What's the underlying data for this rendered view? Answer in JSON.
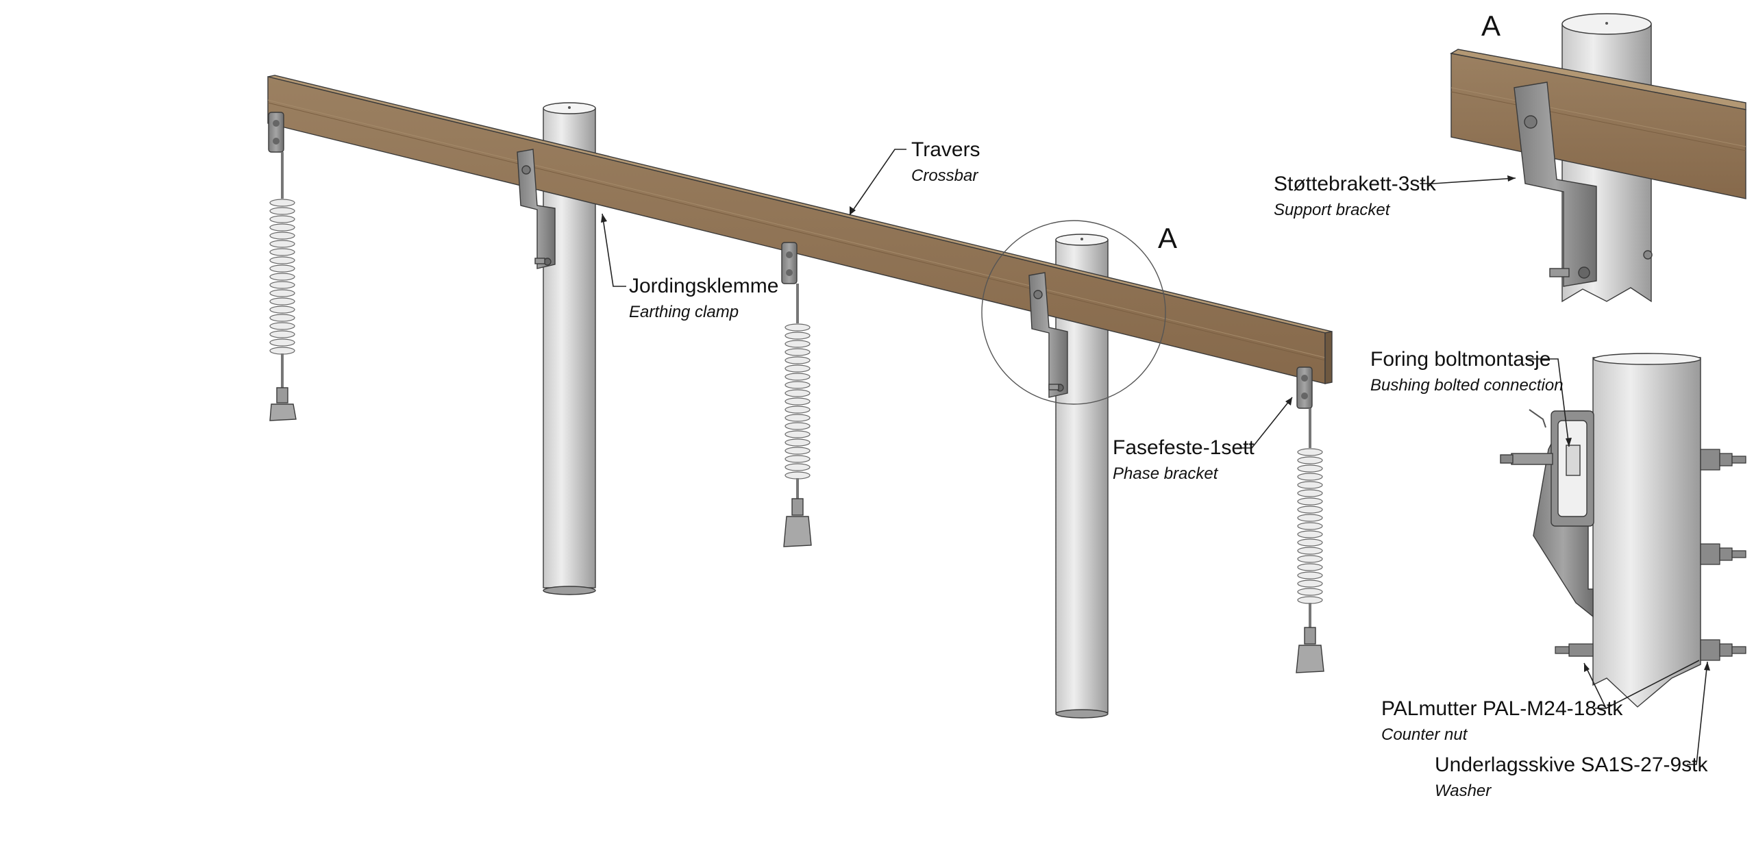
{
  "detail_marker": "A",
  "callouts": {
    "crossbar": {
      "label": "Travers",
      "sublabel": "Crossbar"
    },
    "earthing_clamp": {
      "label": "Jordingsklemme",
      "sublabel": "Earthing clamp"
    },
    "phase_bracket": {
      "label": "Fasefeste-1sett",
      "sublabel": "Phase bracket"
    },
    "support_bracket": {
      "label": "Støttebrakett-3stk",
      "sublabel": "Support bracket"
    },
    "bushing": {
      "label": "Foring boltmontasje",
      "sublabel": "Bushing bolted connection"
    },
    "counter_nut": {
      "label": "PALmutter PAL-M24-18stk",
      "sublabel": "Counter nut"
    },
    "washer": {
      "label": "Underlagsskive SA1S-27-9stk",
      "sublabel": "Washer"
    }
  },
  "colors": {
    "crossbar_top": "#a28766",
    "crossbar_face": "#8b7153",
    "pole_light": "#e6e6e6",
    "pole_dark": "#9a9a9a",
    "bracket": "#8c8c8c",
    "insulator": "#ececec"
  }
}
